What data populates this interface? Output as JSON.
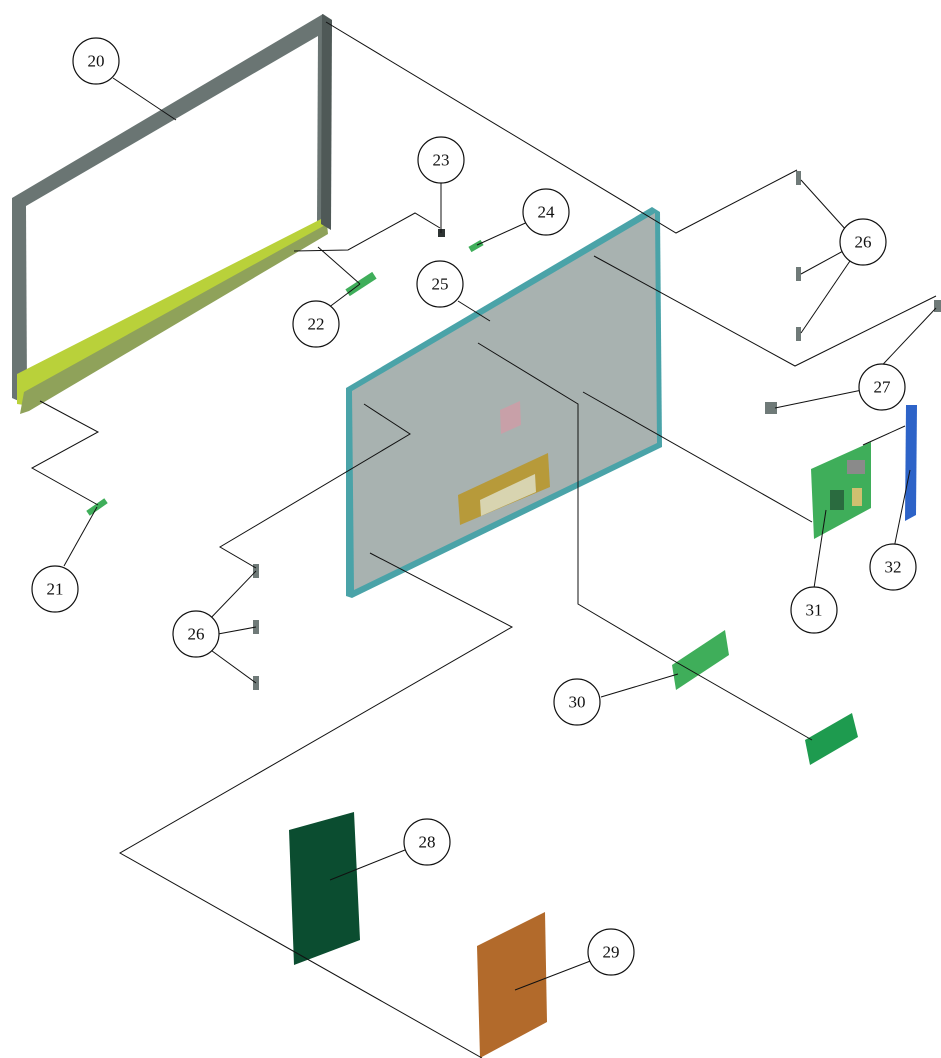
{
  "callouts": {
    "c20": "20",
    "c21": "21",
    "c22": "22",
    "c23": "23",
    "c24": "24",
    "c25": "25",
    "c26a": "26",
    "c26b": "26",
    "c27": "27",
    "c28": "28",
    "c29": "29",
    "c30": "30",
    "c31": "31",
    "c32": "32"
  },
  "colors": {
    "bezel": "#5f6b68",
    "bezel_accent": "#c2d93a",
    "panel": "#aab3b1",
    "panel_edge": "#4aa3a8",
    "pcb_green": "#3fae5a",
    "pcb_dark": "#0f5b35",
    "pcb_board": "#0b4d30",
    "power_board": "#b26a2b",
    "blue_bracket": "#2d63c8",
    "small_part": "#6f7a78",
    "gold": "#c9a93a"
  }
}
